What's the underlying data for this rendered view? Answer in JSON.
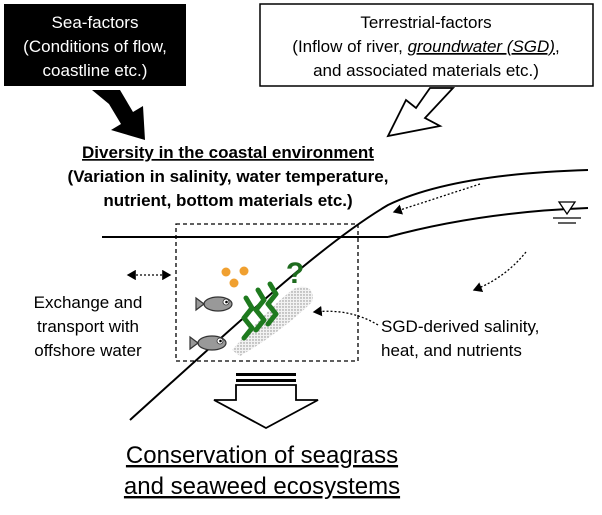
{
  "sea_box": {
    "line1": "Sea-factors",
    "line2": "(Conditions of flow,",
    "line3": "coastline etc.)"
  },
  "terrestrial_box": {
    "line1": "Terrestrial-factors",
    "line2_prefix": "(Inflow of river, ",
    "line2_emph": "groundwater (SGD)",
    "line2_suffix": ",",
    "line3": "and associated materials etc.)"
  },
  "diversity": {
    "title": "Diversity in the coastal environment",
    "line2": "(Variation in salinity, water temperature,",
    "line3": "nutrient, bottom materials etc.)"
  },
  "exchange": {
    "line1": "Exchange and",
    "line2": "transport with",
    "line3": "offshore water"
  },
  "sgd": {
    "line1": "SGD-derived salinity,",
    "line2": "heat, and nutrients"
  },
  "question_mark": "?",
  "conclusion": {
    "line1": "Conservation of seagrass",
    "line2": "and seaweed ecosystems"
  },
  "colors": {
    "sea_box_fill": "#000000",
    "seaweed": "#1e7a1e",
    "question": "#1e6b1e",
    "bubble": "#f0a030",
    "fish": "#999999",
    "sgd_zone": "#bbbbbb"
  }
}
